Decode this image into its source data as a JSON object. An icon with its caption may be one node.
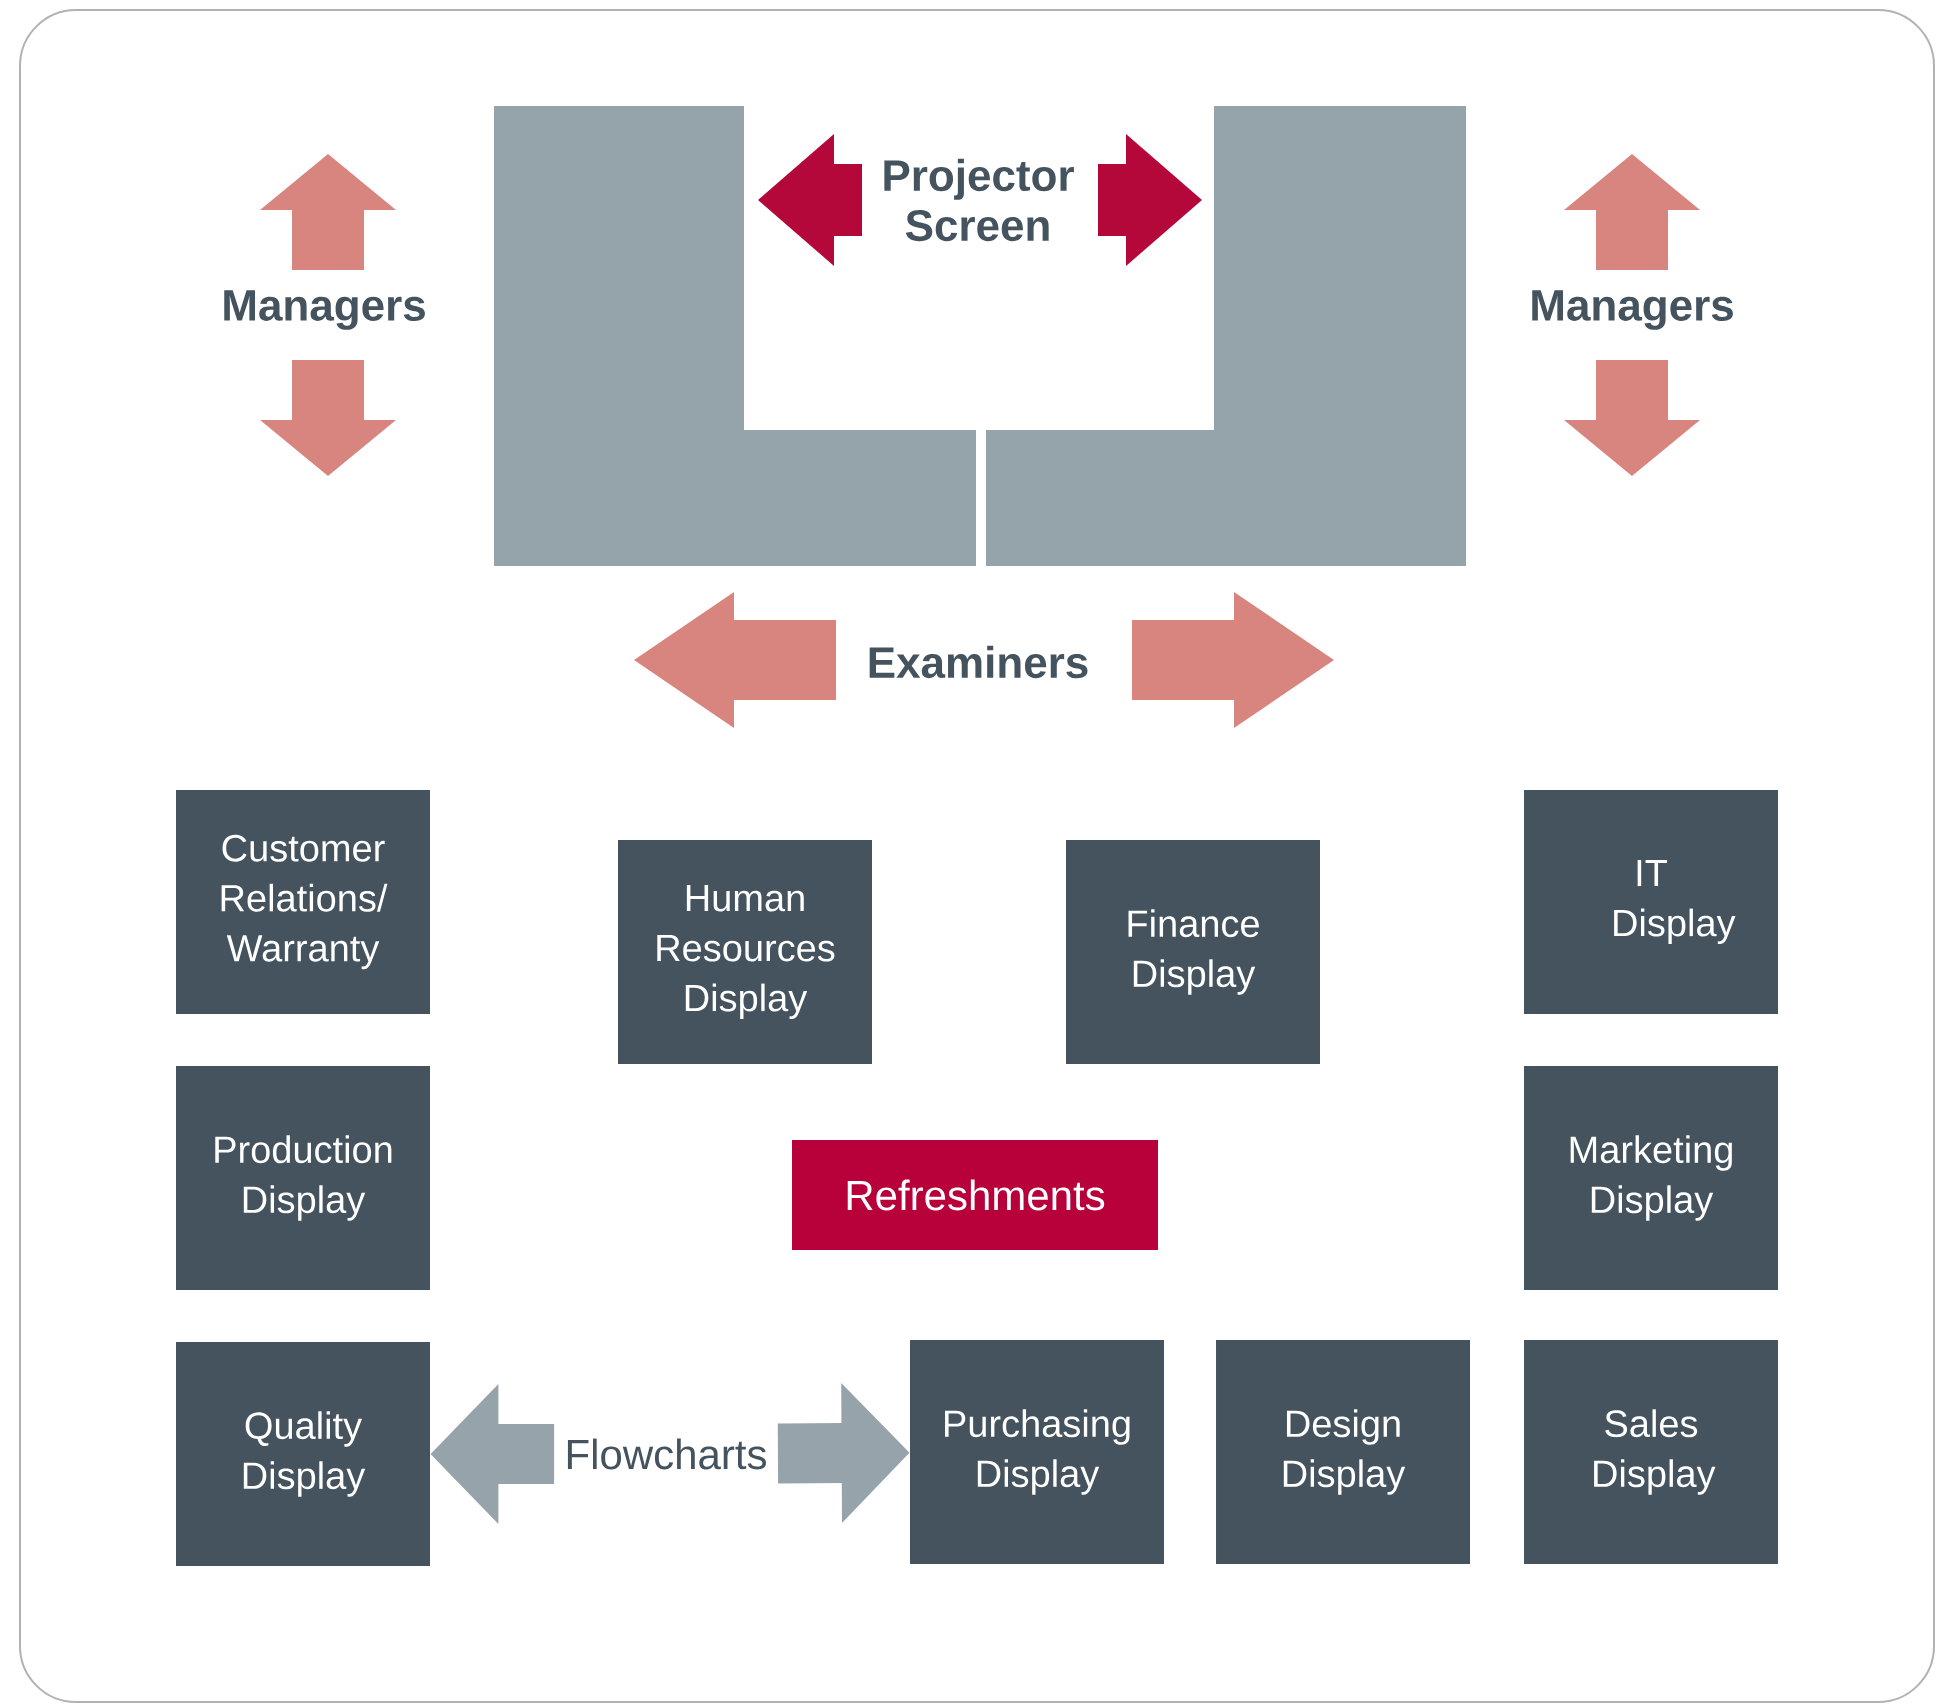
{
  "diagram": {
    "nodes": [
      {
        "text": [],
        "shape": "table"
      },
      {
        "text": [],
        "shape": "table"
      },
      {
        "text": [
          "Customer Relations/ Warranty"
        ]
      },
      {
        "text": [
          "Human Resources Display"
        ]
      },
      {
        "text": [
          "Finance Display"
        ]
      },
      {
        "text": [
          "IT Display"
        ]
      },
      {
        "text": [
          "Production Display"
        ]
      },
      {
        "text": [
          "Refreshments"
        ]
      },
      {
        "text": [
          "Marketing Display"
        ]
      },
      {
        "text": [
          "Quality Display"
        ]
      },
      {
        "text": [
          "Flowcharts"
        ]
      },
      {
        "text": [
          "Purchasing Display"
        ]
      },
      {
        "text": [
          "Design Display"
        ]
      },
      {
        "text": [
          "Sales Display"
        ]
      }
    ],
    "edges": [
      {
        "from": 10,
        "to": 9,
        "arrow": "to"
      },
      {
        "from": 10,
        "to": 11,
        "arrow": "to"
      }
    ],
    "labels": [
      "Projector Screen",
      "Managers",
      "Managers",
      "Examiners"
    ]
  }
}
